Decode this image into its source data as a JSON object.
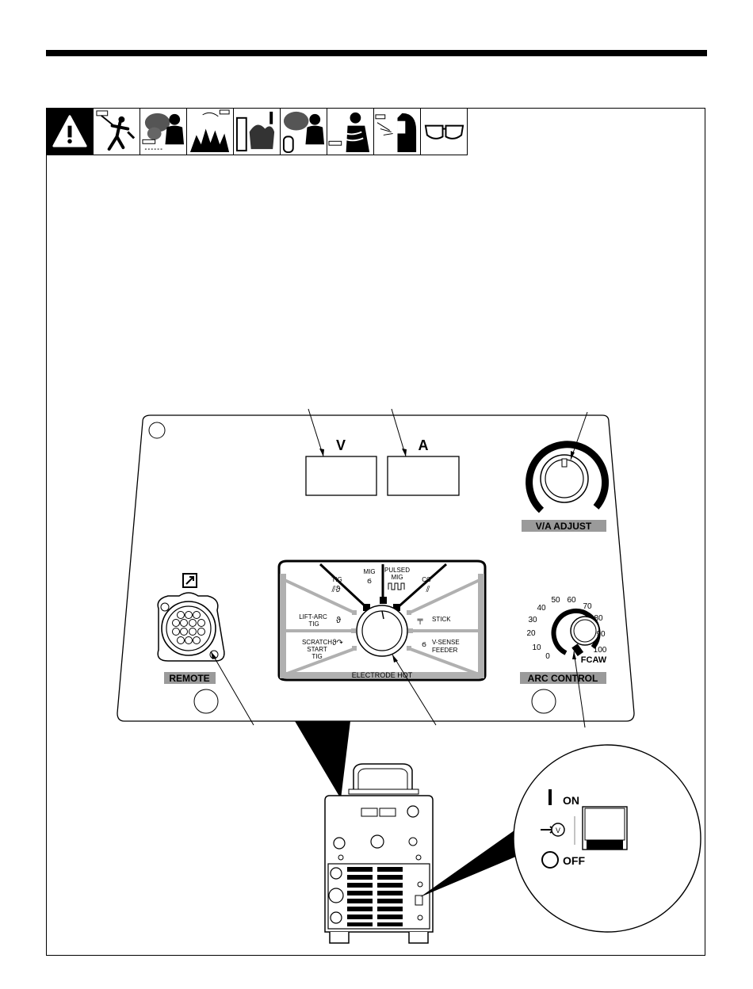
{
  "panel": {
    "meter_v_label": "V",
    "meter_a_label": "A",
    "va_adjust_label": "V/A ADJUST",
    "remote_label": "REMOTE",
    "arc_control_label": "ARC CONTROL",
    "arc_control_scale": [
      "0",
      "10",
      "20",
      "30",
      "40",
      "50",
      "60",
      "70",
      "80",
      "90",
      "100"
    ],
    "fcaw_label": "FCAW",
    "electrode_hot_label": "ELECTRODE HOT",
    "process_modes": {
      "tig": "TIG",
      "mig": "MIG",
      "pulsed_mig_line1": "PULSED",
      "pulsed_mig_line2": "MIG",
      "cc": "CC",
      "lift_arc_line1": "LIFT-ARC",
      "lift_arc_line2": "TIG",
      "stick": "STICK",
      "scratch_line1": "SCRATCH",
      "scratch_line2": "START",
      "scratch_line3": "TIG",
      "vsense_line1": "V-SENSE",
      "vsense_line2": "FEEDER"
    }
  },
  "power_switch": {
    "on_label": "ON",
    "off_label": "OFF",
    "v_symbol": "V"
  },
  "hazard_icons": [
    "warning-icon",
    "electric-shock-icon",
    "fumes-icon",
    "explosion-icon",
    "fire-icon",
    "gas-cylinder-icon",
    "noise-icon",
    "arc-rays-icon",
    "safety-glasses-icon"
  ],
  "colors": {
    "ink": "#000000",
    "gray_band": "#9a9a9a",
    "mode_band": "#b0b0b0"
  }
}
